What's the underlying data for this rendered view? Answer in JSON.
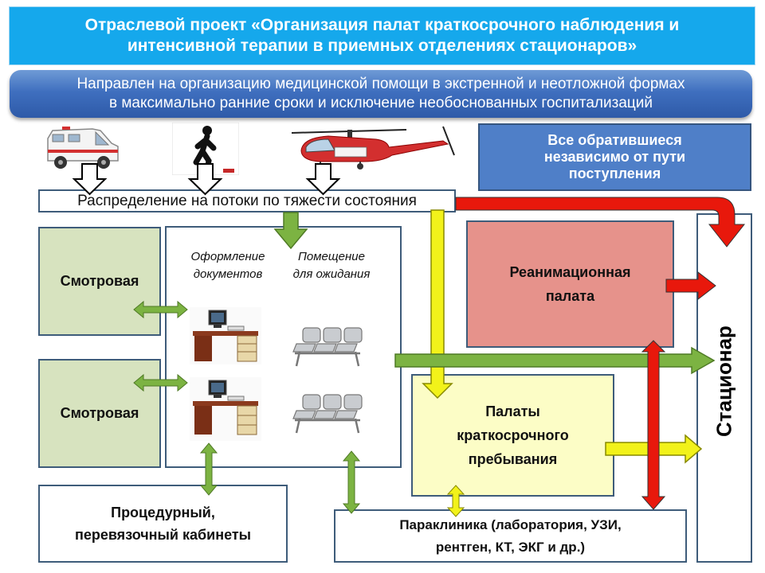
{
  "title": {
    "line1": "Отраслевой проект «Организация палат краткосрочного наблюдения и",
    "line2": "интенсивной терапии в приемных отделениях стационаров»"
  },
  "subtitle": {
    "line1": "Направлен на организацию медицинской помощи в экстренной и неотложной формах",
    "line2": "в максимально ранние сроки и исключение необоснованных госпитализаций"
  },
  "all_patients": {
    "line1": "Все обратившиеся",
    "line2": "независимо от пути",
    "line3": "поступления"
  },
  "distribution": "Распределение на потоки по тяжести состояния",
  "exam_room_1": "Смотровая",
  "exam_room_2": "Смотровая",
  "documents_caption": {
    "line1": "Оформление",
    "line2": "документов"
  },
  "waiting_caption": {
    "line1": "Помещение",
    "line2": "для ожидания"
  },
  "resuscitation": {
    "line1": "Реанимационная",
    "line2": "палата"
  },
  "short_stay": {
    "line1": "Палаты",
    "line2": "краткосрочного",
    "line3": "пребывания"
  },
  "procedure_room": {
    "line1": "Процедурный,",
    "line2": "перевязочный кабинеты"
  },
  "paraclinic": {
    "line1": "Параклиника (лаборатория, УЗИ,",
    "line2": "рентген, КТ, ЭКГ и др.)"
  },
  "hospital": "Стационар",
  "icons": {
    "ambulance": "ambulance-icon",
    "walking_person": "walking-person-icon",
    "helicopter": "helicopter-icon",
    "desk": "computer-desk-icon",
    "seats": "waiting-seats-icon"
  },
  "colors": {
    "title_bg": "#15a8ec",
    "subtitle_bg": "#3f6fbf",
    "all_box_bg": "#4f7fc8",
    "exam_bg": "#d7e3bf",
    "resuscitation_bg": "#e6928b",
    "short_stay_bg": "#fcfdc6",
    "green_arrow": "#7cb342",
    "yellow_arrow": "#f2f21a",
    "red_arrow": "#e8180c"
  }
}
